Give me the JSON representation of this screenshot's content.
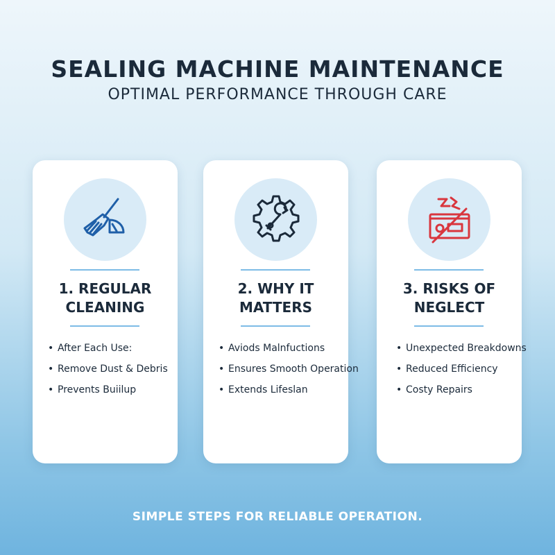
{
  "header": {
    "title": "SEALING MACHINE MAINTENANCE",
    "subtitle": "OPTIMAL PERFORMANCE THROUGH CARE"
  },
  "cards": [
    {
      "icon": "broom-dustpan-icon",
      "title_line1": "1. REGULAR",
      "title_line2": "CLEANING",
      "bullets": [
        "After Each Use:",
        "Remove Dust & Debris",
        "Prevents Buiilup"
      ]
    },
    {
      "icon": "gear-wrench-icon",
      "title_line1": "2. WHY IT",
      "title_line2": "MATTERS",
      "bullets": [
        "Aviods Malnfuctions",
        "Ensures Smooth Operation",
        "Extends Lifeslan"
      ]
    },
    {
      "icon": "broken-machine-icon",
      "title_line1": "3. RISKS OF",
      "title_line2": "NEGLECT",
      "bullets": [
        "Unexpected Breakdowns",
        "Reduced Efficiency",
        "Costy Repairs"
      ]
    }
  ],
  "footer": {
    "tagline": "SIMPLE STEPS FOR RELIABLE OPERATION."
  },
  "colors": {
    "icon_blue": "#1f5fa8",
    "icon_red": "#d9363e",
    "accent_rule": "#7dbbe6",
    "text_dark": "#1b2a3a"
  }
}
